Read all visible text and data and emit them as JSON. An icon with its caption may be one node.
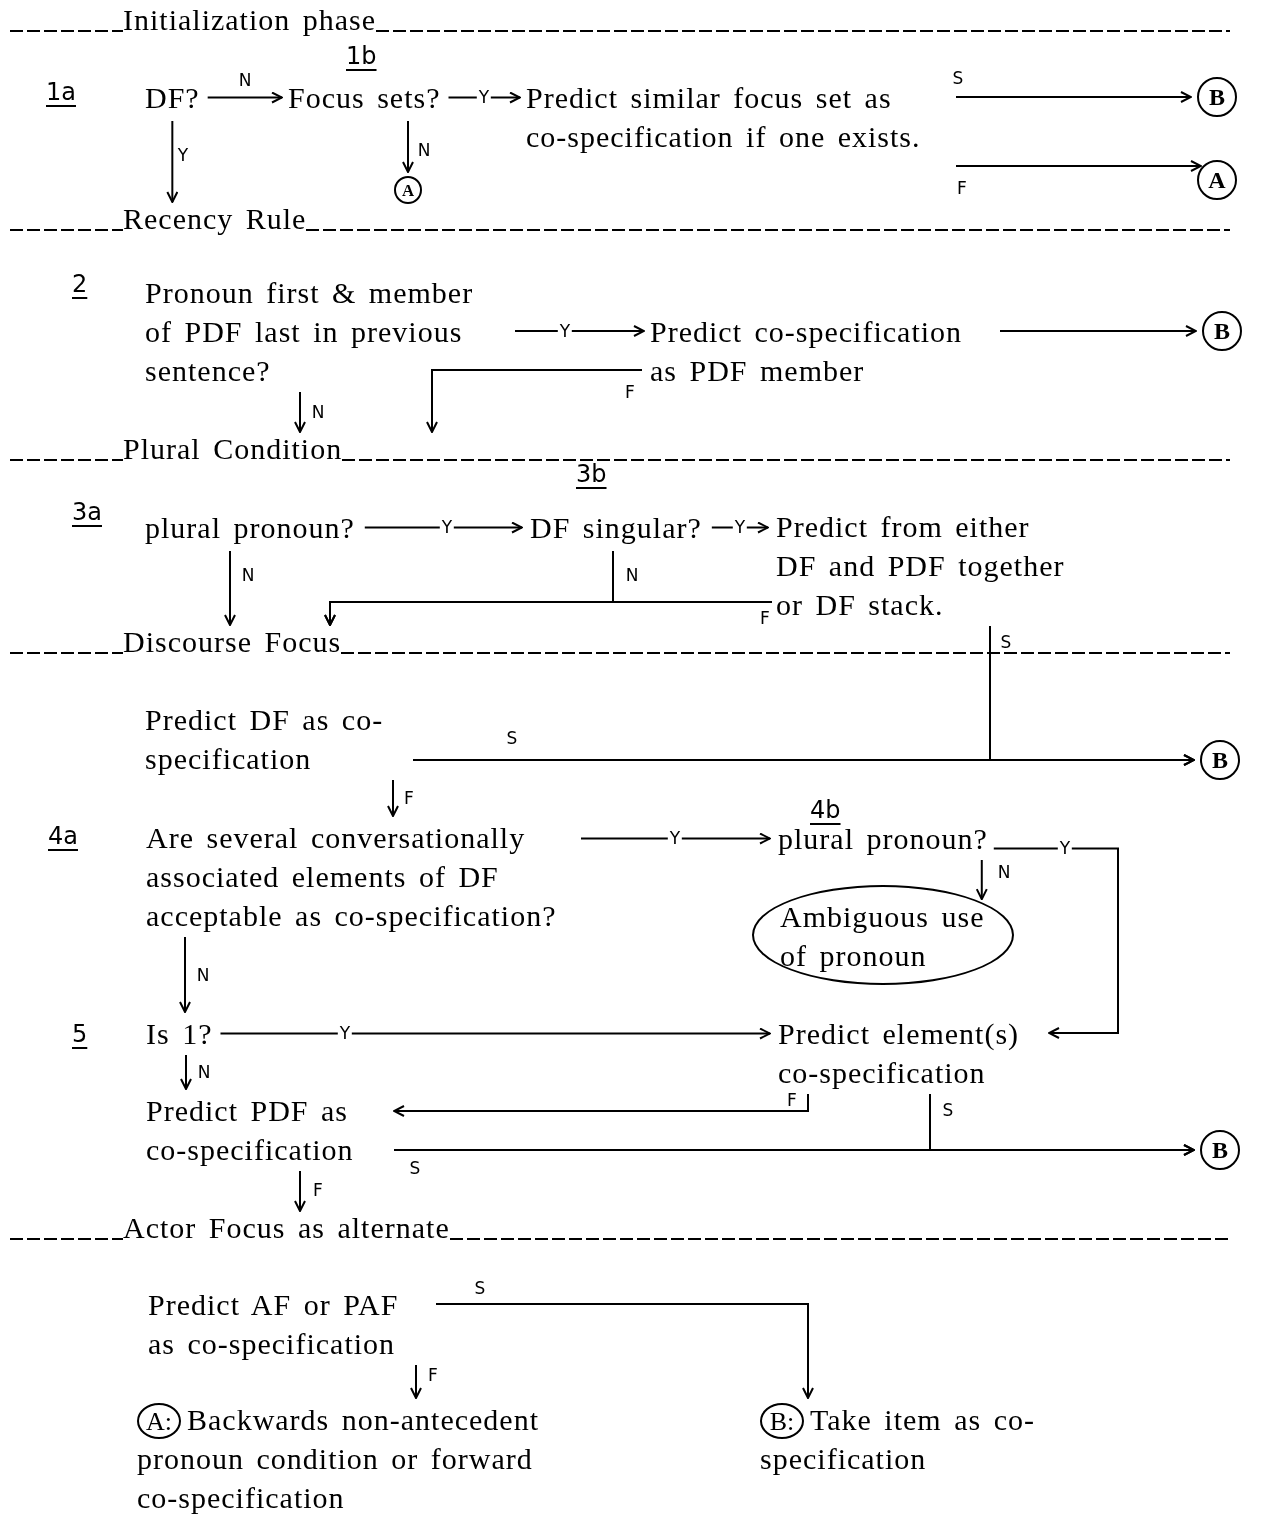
{
  "diagram": {
    "nodes": [
      {
        "text": [
          "Initialization phase"
        ]
      },
      {
        "text": [
          "DF?"
        ]
      },
      {
        "text": [
          "Focus sets?"
        ]
      },
      {
        "text": [
          "Predict similar focus set as co-specification if one exists."
        ]
      },
      {
        "text": [
          "B"
        ]
      },
      {
        "text": [
          "A"
        ]
      },
      {
        "text": [
          "A"
        ]
      },
      {
        "text": [
          "Recency Rule"
        ]
      },
      {
        "text": [
          "Pronoun first & member of PDF last in previous sentence?"
        ]
      },
      {
        "text": [
          "Predict co-specification as PDF member"
        ]
      },
      {
        "text": [
          "B"
        ]
      },
      {
        "text": [
          "Plural Condition"
        ]
      },
      {
        "text": [
          "plural pronoun?"
        ]
      },
      {
        "text": [
          "DF singular?"
        ]
      },
      {
        "text": [
          "Predict from either DF and PDF together or DF stack."
        ]
      },
      {
        "text": [
          "Discourse Focus"
        ]
      },
      {
        "text": [
          "Predict DF as co-specification"
        ]
      },
      {
        "text": [
          "B"
        ]
      },
      {
        "text": [
          "Are several conversationally associated elements of DF acceptable as co-specification?"
        ]
      },
      {
        "text": [
          "plural pronoun?"
        ]
      },
      {
        "text": [
          "Ambiguous use of pronoun"
        ]
      },
      {
        "text": [
          "Is 1?"
        ]
      },
      {
        "text": [
          "Predict element(s) co-specification"
        ]
      },
      {
        "text": [
          "Predict PDF as co-specification"
        ]
      },
      {
        "text": [
          "B"
        ]
      },
      {
        "text": [
          "Actor Focus as alternate"
        ]
      },
      {
        "text": [
          "Predict AF or PAF as co-specification"
        ]
      },
      {
        "text": [
          "A:",
          "Backwards non-antecedent pronoun condition or forward co-specification"
        ]
      },
      {
        "text": [
          "B:",
          "Take item as co-specification"
        ]
      }
    ],
    "edges": [
      {
        "from": 1,
        "to": 2,
        "arrow": "to",
        "label": "N"
      },
      {
        "from": 2,
        "to": 3,
        "arrow": "to",
        "label": "Y"
      },
      {
        "from": 3,
        "to": 4,
        "arrow": "to",
        "label": "S"
      },
      {
        "from": 3,
        "to": 5,
        "arrow": "to",
        "label": "F"
      },
      {
        "from": 2,
        "to": 6,
        "arrow": "to",
        "label": "N"
      },
      {
        "from": 1,
        "to": 7,
        "arrow": "to",
        "label": "Y"
      },
      {
        "from": 8,
        "to": 9,
        "arrow": "to",
        "label": "Y"
      },
      {
        "from": 9,
        "to": 10,
        "arrow": "to"
      },
      {
        "from": 8,
        "to": 11,
        "arrow": "to",
        "label": "N"
      },
      {
        "from": 9,
        "to": 11,
        "arrow": "to",
        "label": "F"
      },
      {
        "from": 12,
        "to": 13,
        "arrow": "to",
        "label": "Y"
      },
      {
        "from": 13,
        "to": 14,
        "arrow": "to",
        "label": "Y"
      },
      {
        "from": 12,
        "to": 15,
        "arrow": "to",
        "label": "N"
      },
      {
        "from": 13,
        "to": 15,
        "arrow": "to",
        "label": "N"
      },
      {
        "from": 14,
        "to": 15,
        "arrow": "to",
        "label": "F"
      },
      {
        "from": 14,
        "to": 17,
        "arrow": "to",
        "label": "S"
      },
      {
        "from": 16,
        "to": 17,
        "arrow": "to",
        "label": "S"
      },
      {
        "from": 16,
        "to": 18,
        "arrow": "to",
        "label": "F"
      },
      {
        "from": 18,
        "to": 19,
        "arrow": "to",
        "label": "Y"
      },
      {
        "from": 19,
        "to": 20,
        "arrow": "to",
        "label": "N"
      },
      {
        "from": 19,
        "to": 22,
        "arrow": "to",
        "label": "Y"
      },
      {
        "from": 18,
        "to": 21,
        "arrow": "to",
        "label": "N"
      },
      {
        "from": 21,
        "to": 22,
        "arrow": "to",
        "label": "Y"
      },
      {
        "from": 21,
        "to": 23,
        "arrow": "to",
        "label": "N"
      },
      {
        "from": 22,
        "to": 23,
        "arrow": "to",
        "label": "F"
      },
      {
        "from": 22,
        "to": 24,
        "arrow": "to",
        "label": "S"
      },
      {
        "from": 23,
        "to": 24,
        "arrow": "to",
        "label": "S"
      },
      {
        "from": 23,
        "to": 25,
        "arrow": "to",
        "label": "F"
      },
      {
        "from": 26,
        "to": 28,
        "arrow": "to",
        "label": "S"
      },
      {
        "from": 26,
        "to": 27,
        "arrow": "to",
        "label": "F"
      }
    ],
    "labels": [
      "1a",
      "1b",
      "2",
      "3a",
      "3b",
      "4a",
      "4b",
      "5"
    ]
  }
}
